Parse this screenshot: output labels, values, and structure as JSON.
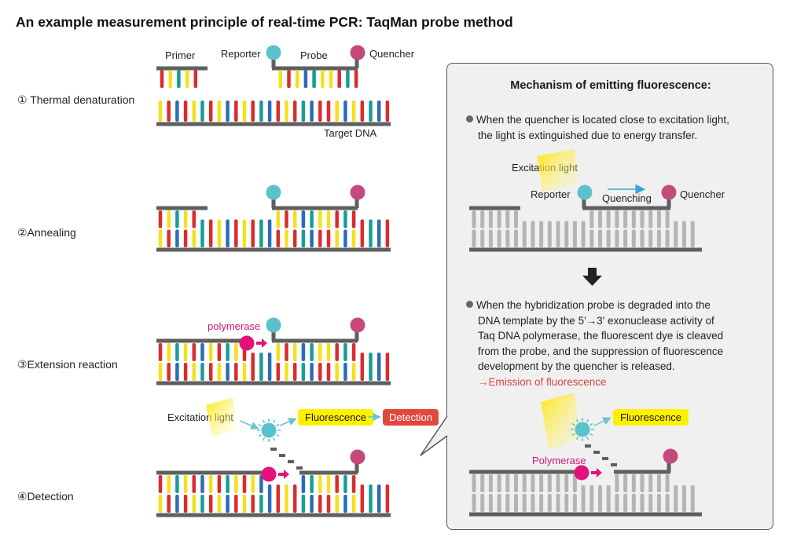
{
  "title": "An example measurement principle of real-time PCR: TaqMan probe method",
  "labels": {
    "primer": "Primer",
    "reporter": "Reporter",
    "probe": "Probe",
    "quencher": "Quencher",
    "target_dna": "Target DNA",
    "polymerase": "polymerase",
    "excitation_light": "Excitation light",
    "fluorescence": "Fluorescence",
    "detection": "Detection"
  },
  "steps": [
    {
      "label": "① Thermal denaturation"
    },
    {
      "label": "②Annealing"
    },
    {
      "label": "③Extension reaction"
    },
    {
      "label": "④Detection"
    }
  ],
  "panel": {
    "title": "Mechanism of emitting fluorescence:",
    "bullet1_line1": "When the quencher is located close to excitation light,",
    "bullet1_line2": "the light is extinguished due to energy transfer.",
    "excitation_light": "Excitation light",
    "reporter": "Reporter",
    "quenching": "Quenching",
    "quencher": "Quencher",
    "bullet2_line1": "When the hybridization probe is degraded into the",
    "bullet2_line2": "DNA template by the 5'→3' exonuclease activity of",
    "bullet2_line3": "Taq DNA polymerase, the fluorescent dye is cleaved",
    "bullet2_line4": "from the probe, and the suppression of fluorescence",
    "bullet2_line5": "development by the quencher is released.",
    "emission": "→Emission of fluorescence",
    "fluorescence": "Fluorescence",
    "polymerase": "Polymerase"
  },
  "colors": {
    "red": "#d92d2d",
    "yellow": "#f2e21e",
    "teal": "#189c94",
    "blue": "#2a6cb5",
    "backbone": "#5f5f5f",
    "reporter": "#5bc1cc",
    "quencher": "#c44a7c",
    "polymerase": "#e2127a",
    "gray_base": "#b4b4b4"
  }
}
